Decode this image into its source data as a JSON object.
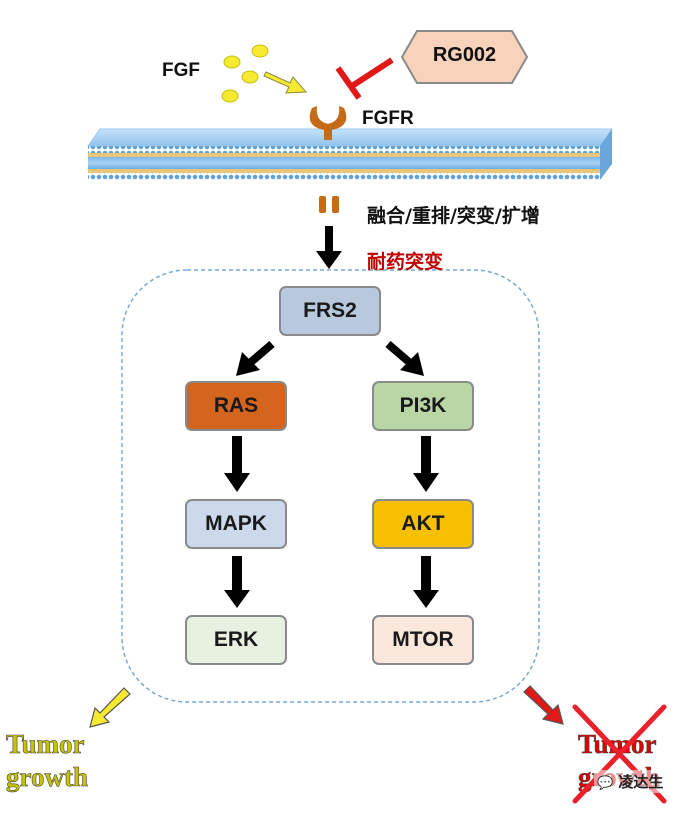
{
  "ligand": {
    "label": "FGF"
  },
  "inhibitor": {
    "label": "RG002"
  },
  "receptor": {
    "label": "FGFR"
  },
  "alterations": {
    "label": "融合/重排/突变/扩增"
  },
  "resistance": {
    "label": "耐药突变"
  },
  "nodes": {
    "frs2": {
      "label": "FRS2",
      "color": "#b8c9dd"
    },
    "ras": {
      "label": "RAS",
      "color": "#d4651f"
    },
    "pi3k": {
      "label": "PI3K",
      "color": "#b9d7a4"
    },
    "mapk": {
      "label": "MAPK",
      "color": "#ccd9ea"
    },
    "akt": {
      "label": "AKT",
      "color": "#f6c000"
    },
    "erk": {
      "label": "ERK",
      "color": "#e8f0e0"
    },
    "mtor": {
      "label": "MTOR",
      "color": "#fbe7db"
    }
  },
  "outcomes": {
    "left": {
      "line1": "Tumor",
      "line2": "growth",
      "color": "#c8c400"
    },
    "right": {
      "line1": "Tumor",
      "line2": "growth",
      "color": "#e00000"
    }
  },
  "watermark": {
    "text": "凌达生"
  }
}
